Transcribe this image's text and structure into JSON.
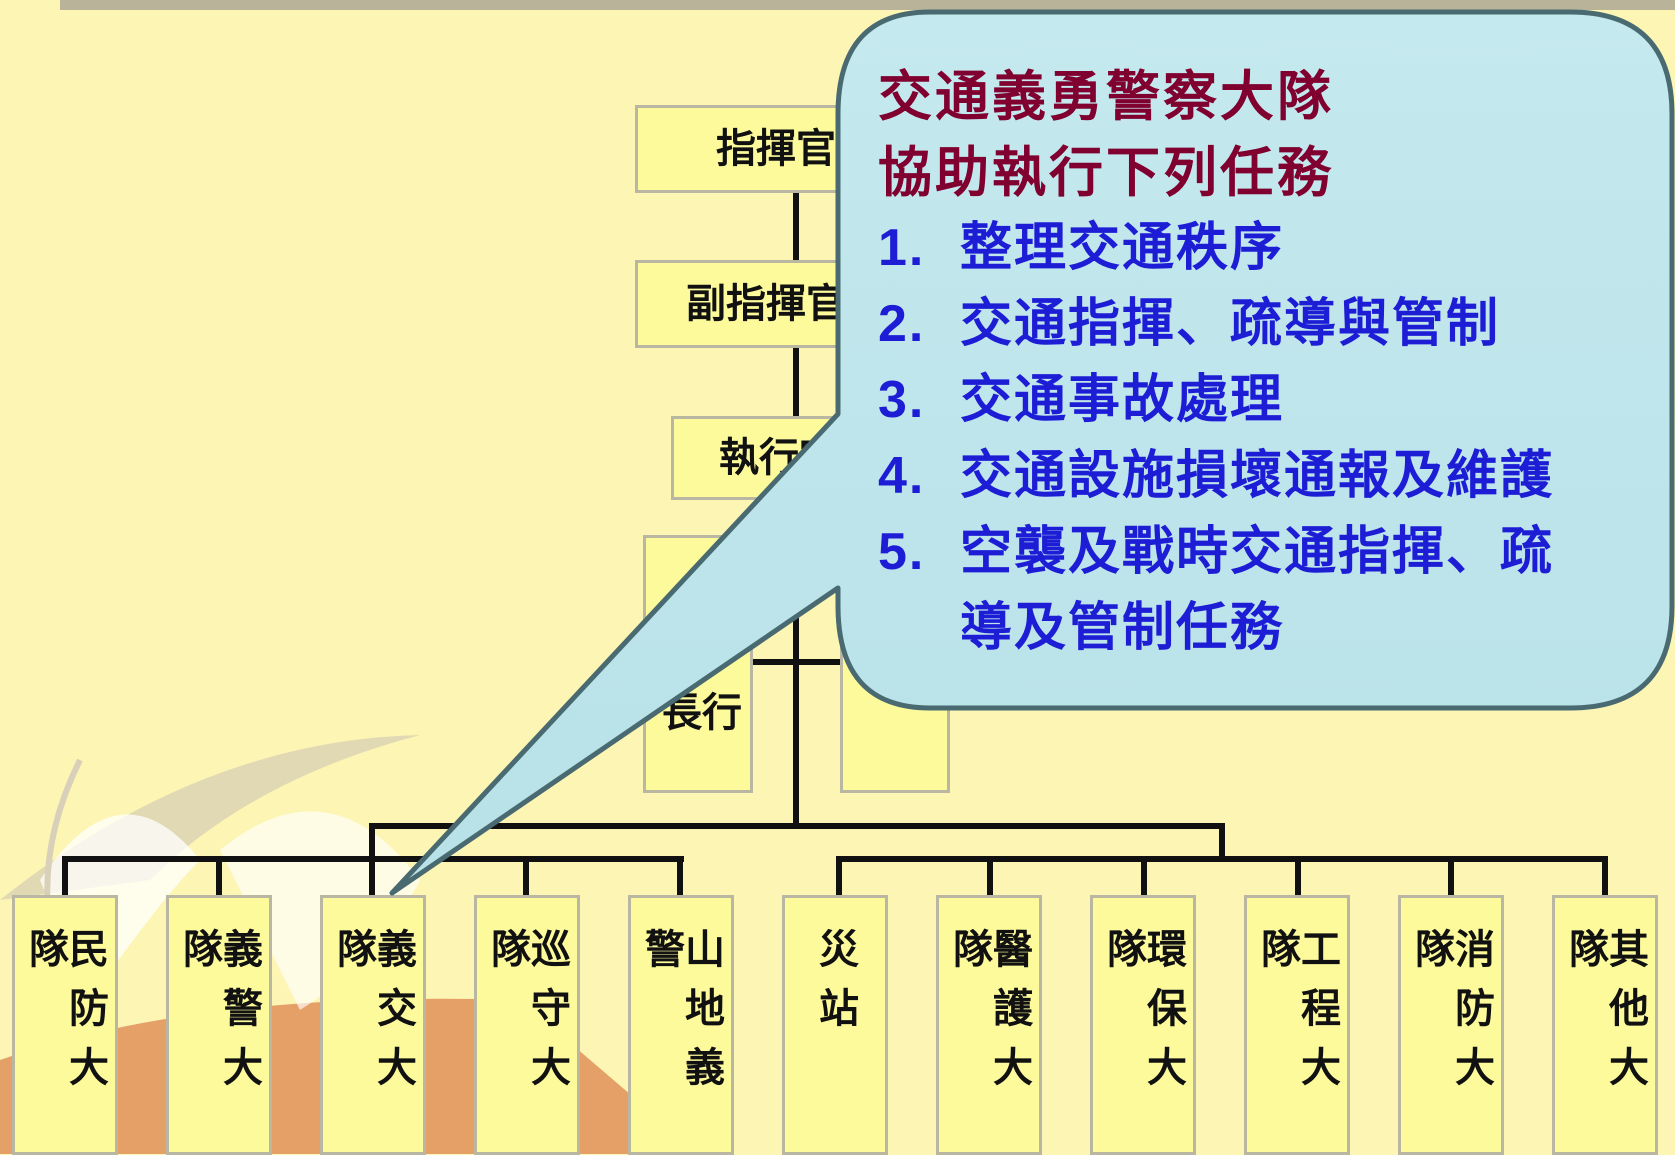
{
  "callout": {
    "title_line1": "交通義勇警察大隊",
    "title_line2": "協助執行下列任務",
    "tasks": [
      {
        "num": "1.",
        "text": "整理交通秩序"
      },
      {
        "num": "2.",
        "text": "交通指揮、疏導與管制"
      },
      {
        "num": "3.",
        "text": "交通事故處理"
      },
      {
        "num": "4.",
        "text": "交通設施損壞通報及維護"
      },
      {
        "num": "5.",
        "text": "空襲及戰時交通指揮、疏"
      }
    ],
    "task5_cont": "導及管制任務"
  },
  "chart": {
    "commander": "指揮官",
    "deputy": "副指揮官",
    "executive": "執行官",
    "deputy_exec_visible": "行長",
    "units": [
      {
        "label": "民防大隊"
      },
      {
        "label": "義警大隊"
      },
      {
        "label": "義交大隊"
      },
      {
        "label": "巡守大隊"
      },
      {
        "label": "山地義警"
      },
      {
        "label": "災站"
      },
      {
        "label": "醫護大隊"
      },
      {
        "label": "環保大隊"
      },
      {
        "label": "工程大隊"
      },
      {
        "label": "消防大隊"
      },
      {
        "label": "其他大隊"
      }
    ]
  },
  "colors": {
    "background": "#fdf5b4",
    "box_fill": "#fdfa9c",
    "box_border": "#b9b6a2",
    "callout_fill": "#c9ecf0",
    "callout_title": "#800030",
    "callout_tasks": "#1d1dd6"
  }
}
